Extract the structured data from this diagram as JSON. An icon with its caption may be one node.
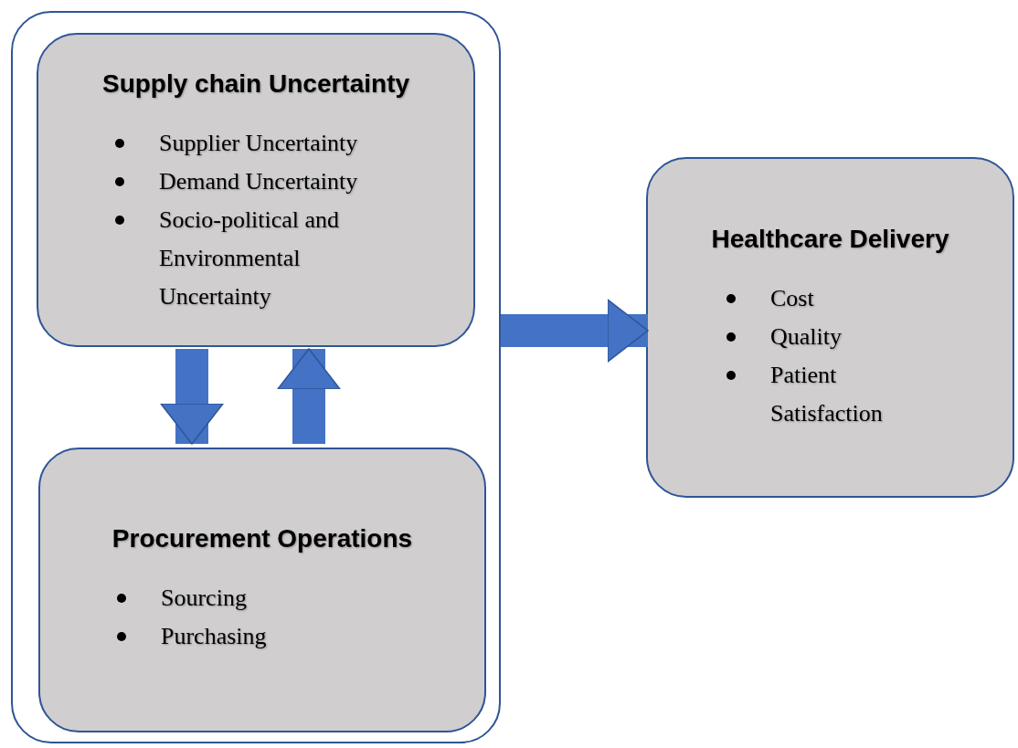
{
  "diagram": {
    "nodes": [
      {
        "text": [],
        "shape": "box"
      },
      {
        "text": [
          "Supply chain Uncertainty",
          "Supplier Uncertainty",
          "Demand Uncertainty",
          "Socio-political and Environmental Uncertainty"
        ],
        "in": 0
      },
      {
        "text": [
          "Procurement Operations",
          "Sourcing",
          "Purchasing"
        ],
        "in": 0
      },
      {
        "text": [
          "Healthcare Delivery",
          "Cost",
          "Quality",
          "Patient Satisfaction"
        ]
      }
    ],
    "edges": [
      {
        "from": 1,
        "to": 2,
        "arrow": "to"
      },
      {
        "from": 2,
        "to": 1,
        "arrow": "to"
      },
      {
        "from": 0,
        "to": 3,
        "arrow": "to"
      }
    ]
  }
}
